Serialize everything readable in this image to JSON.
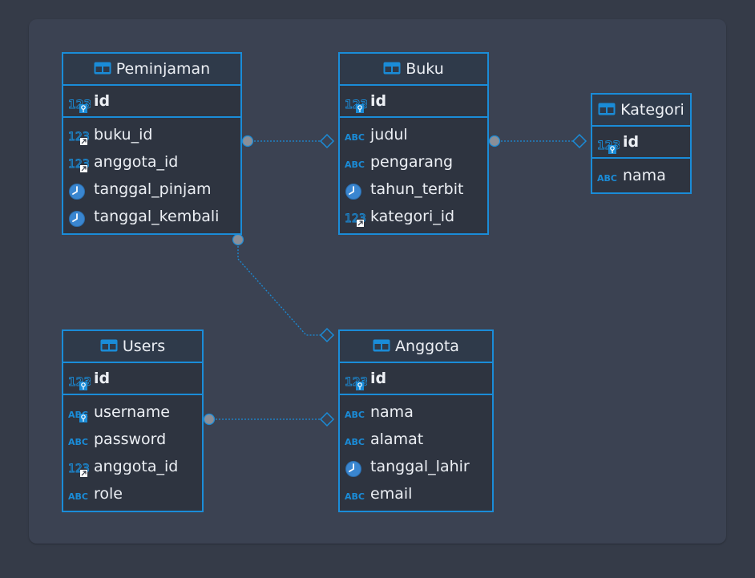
{
  "entities": {
    "peminjaman": {
      "title": "Peminjaman",
      "pk": {
        "name": "id",
        "icon": "numeric-pk-icon"
      },
      "columns": [
        {
          "name": "buku_id",
          "icon": "numeric-fk-icon"
        },
        {
          "name": "anggota_id",
          "icon": "numeric-fk-icon"
        },
        {
          "name": "tanggal_pinjam",
          "icon": "clock-icon"
        },
        {
          "name": "tanggal_kembali",
          "icon": "clock-icon"
        }
      ]
    },
    "buku": {
      "title": "Buku",
      "pk": {
        "name": "id",
        "icon": "numeric-pk-icon"
      },
      "columns": [
        {
          "name": "judul",
          "icon": "text-icon"
        },
        {
          "name": "pengarang",
          "icon": "text-icon"
        },
        {
          "name": "tahun_terbit",
          "icon": "clock-icon"
        },
        {
          "name": "kategori_id",
          "icon": "numeric-fk-icon"
        }
      ]
    },
    "kategori": {
      "title": "Kategori",
      "pk": {
        "name": "id",
        "icon": "numeric-pk-icon"
      },
      "columns": [
        {
          "name": "nama",
          "icon": "text-icon"
        }
      ]
    },
    "users": {
      "title": "Users",
      "pk": {
        "name": "id",
        "icon": "numeric-pk-icon"
      },
      "columns": [
        {
          "name": "username",
          "icon": "text-unique-icon"
        },
        {
          "name": "password",
          "icon": "text-icon"
        },
        {
          "name": "anggota_id",
          "icon": "numeric-fk-icon"
        },
        {
          "name": "role",
          "icon": "text-icon"
        }
      ]
    },
    "anggota": {
      "title": "Anggota",
      "pk": {
        "name": "id",
        "icon": "numeric-pk-icon"
      },
      "columns": [
        {
          "name": "nama",
          "icon": "text-icon"
        },
        {
          "name": "alamat",
          "icon": "text-icon"
        },
        {
          "name": "tanggal_lahir",
          "icon": "clock-icon"
        },
        {
          "name": "email",
          "icon": "text-icon"
        }
      ]
    }
  },
  "relationships": [
    {
      "from": "peminjaman",
      "to": "buku"
    },
    {
      "from": "buku",
      "to": "kategori"
    },
    {
      "from": "peminjaman",
      "to": "anggota"
    },
    {
      "from": "users",
      "to": "anggota"
    }
  ],
  "colors": {
    "accent": "#1a8cd8",
    "background": "#353b48",
    "canvas": "#3b4252",
    "entity_fill": "#2e3440",
    "text": "#eceff4",
    "connector_dot": "#8a8f98"
  }
}
